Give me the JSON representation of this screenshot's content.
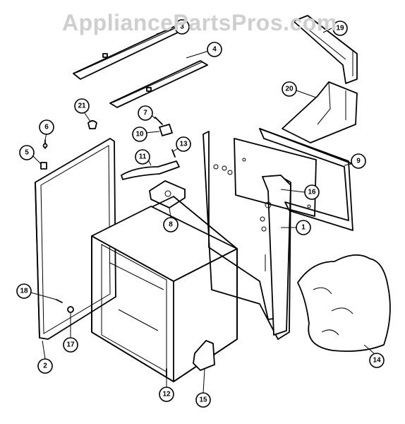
{
  "watermark": "AppliancePartsPros.com",
  "callouts": [
    {
      "id": "c1",
      "label": "1"
    },
    {
      "id": "c2",
      "label": "2"
    },
    {
      "id": "c3",
      "label": "3"
    },
    {
      "id": "c4",
      "label": "4"
    },
    {
      "id": "c5",
      "label": "5"
    },
    {
      "id": "c6",
      "label": "6"
    },
    {
      "id": "c7",
      "label": "7"
    },
    {
      "id": "c8",
      "label": "8"
    },
    {
      "id": "c9",
      "label": "9"
    },
    {
      "id": "c10",
      "label": "10"
    },
    {
      "id": "c11",
      "label": "11"
    },
    {
      "id": "c12",
      "label": "12"
    },
    {
      "id": "c13",
      "label": "13"
    },
    {
      "id": "c14",
      "label": "14"
    },
    {
      "id": "c15",
      "label": "15"
    },
    {
      "id": "c16",
      "label": "16"
    },
    {
      "id": "c17",
      "label": "17"
    },
    {
      "id": "c18",
      "label": "18"
    },
    {
      "id": "c19",
      "label": "19"
    },
    {
      "id": "c20",
      "label": "20"
    },
    {
      "id": "c21",
      "label": "21"
    }
  ]
}
